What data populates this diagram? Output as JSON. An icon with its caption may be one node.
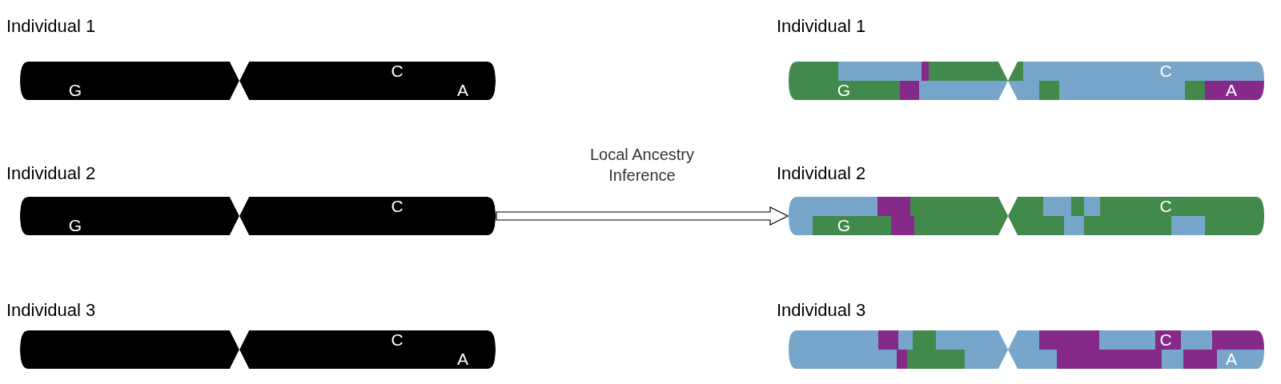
{
  "diagram": {
    "nodes": [
      {
        "text": [
          "G",
          "C",
          "A"
        ],
        "beside": [
          "Individual 1"
        ]
      },
      {
        "text": [
          "G",
          "C"
        ],
        "beside": [
          "Individual 2"
        ]
      },
      {
        "text": [
          "C",
          "A"
        ],
        "beside": [
          "Individual 3"
        ]
      },
      {
        "text": [
          "C",
          "G",
          "A"
        ],
        "beside": [
          "Individual 1"
        ]
      },
      {
        "text": [
          "G",
          "C"
        ],
        "beside": [
          "Individual 2"
        ]
      },
      {
        "text": [
          "C",
          "A"
        ],
        "beside": [
          "Individual 3"
        ]
      }
    ],
    "edges": [
      {
        "from": 1,
        "to": 4,
        "arrow": "to",
        "label": "Local Ancestry Inference"
      }
    ]
  }
}
